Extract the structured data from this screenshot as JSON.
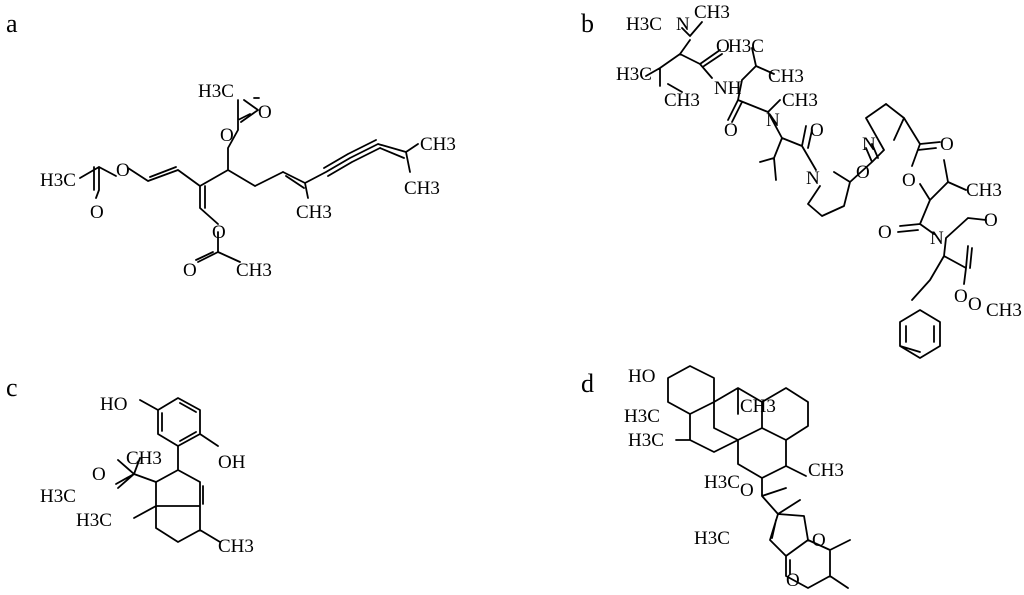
{
  "panels": [
    {
      "id": "a",
      "label": "a",
      "atoms": [
        "H3C",
        "O",
        "O",
        "H3C",
        "O",
        "O",
        "O",
        "O",
        "CH3",
        "CH3",
        "CH3",
        "CH3"
      ]
    },
    {
      "id": "b",
      "label": "b",
      "atoms": [
        "H3C",
        "N",
        "CH3",
        "O",
        "H3C",
        "CH3",
        "H3C",
        "CH3",
        "NH",
        "N",
        "CH3",
        "O",
        "O",
        "N",
        "N",
        "O",
        "O",
        "O",
        "O",
        "CH3",
        "O",
        "N",
        "O",
        "O",
        "CH3"
      ]
    },
    {
      "id": "c",
      "label": "c",
      "atoms": [
        "HO",
        "OH",
        "H3C",
        "O",
        "CH3",
        "H3C",
        "CH3"
      ]
    },
    {
      "id": "d",
      "label": "d",
      "atoms": [
        "HO",
        "H3C",
        "H3C",
        "CH3",
        "H3C",
        "CH3",
        "O",
        "H3C",
        "O",
        "O"
      ]
    }
  ]
}
